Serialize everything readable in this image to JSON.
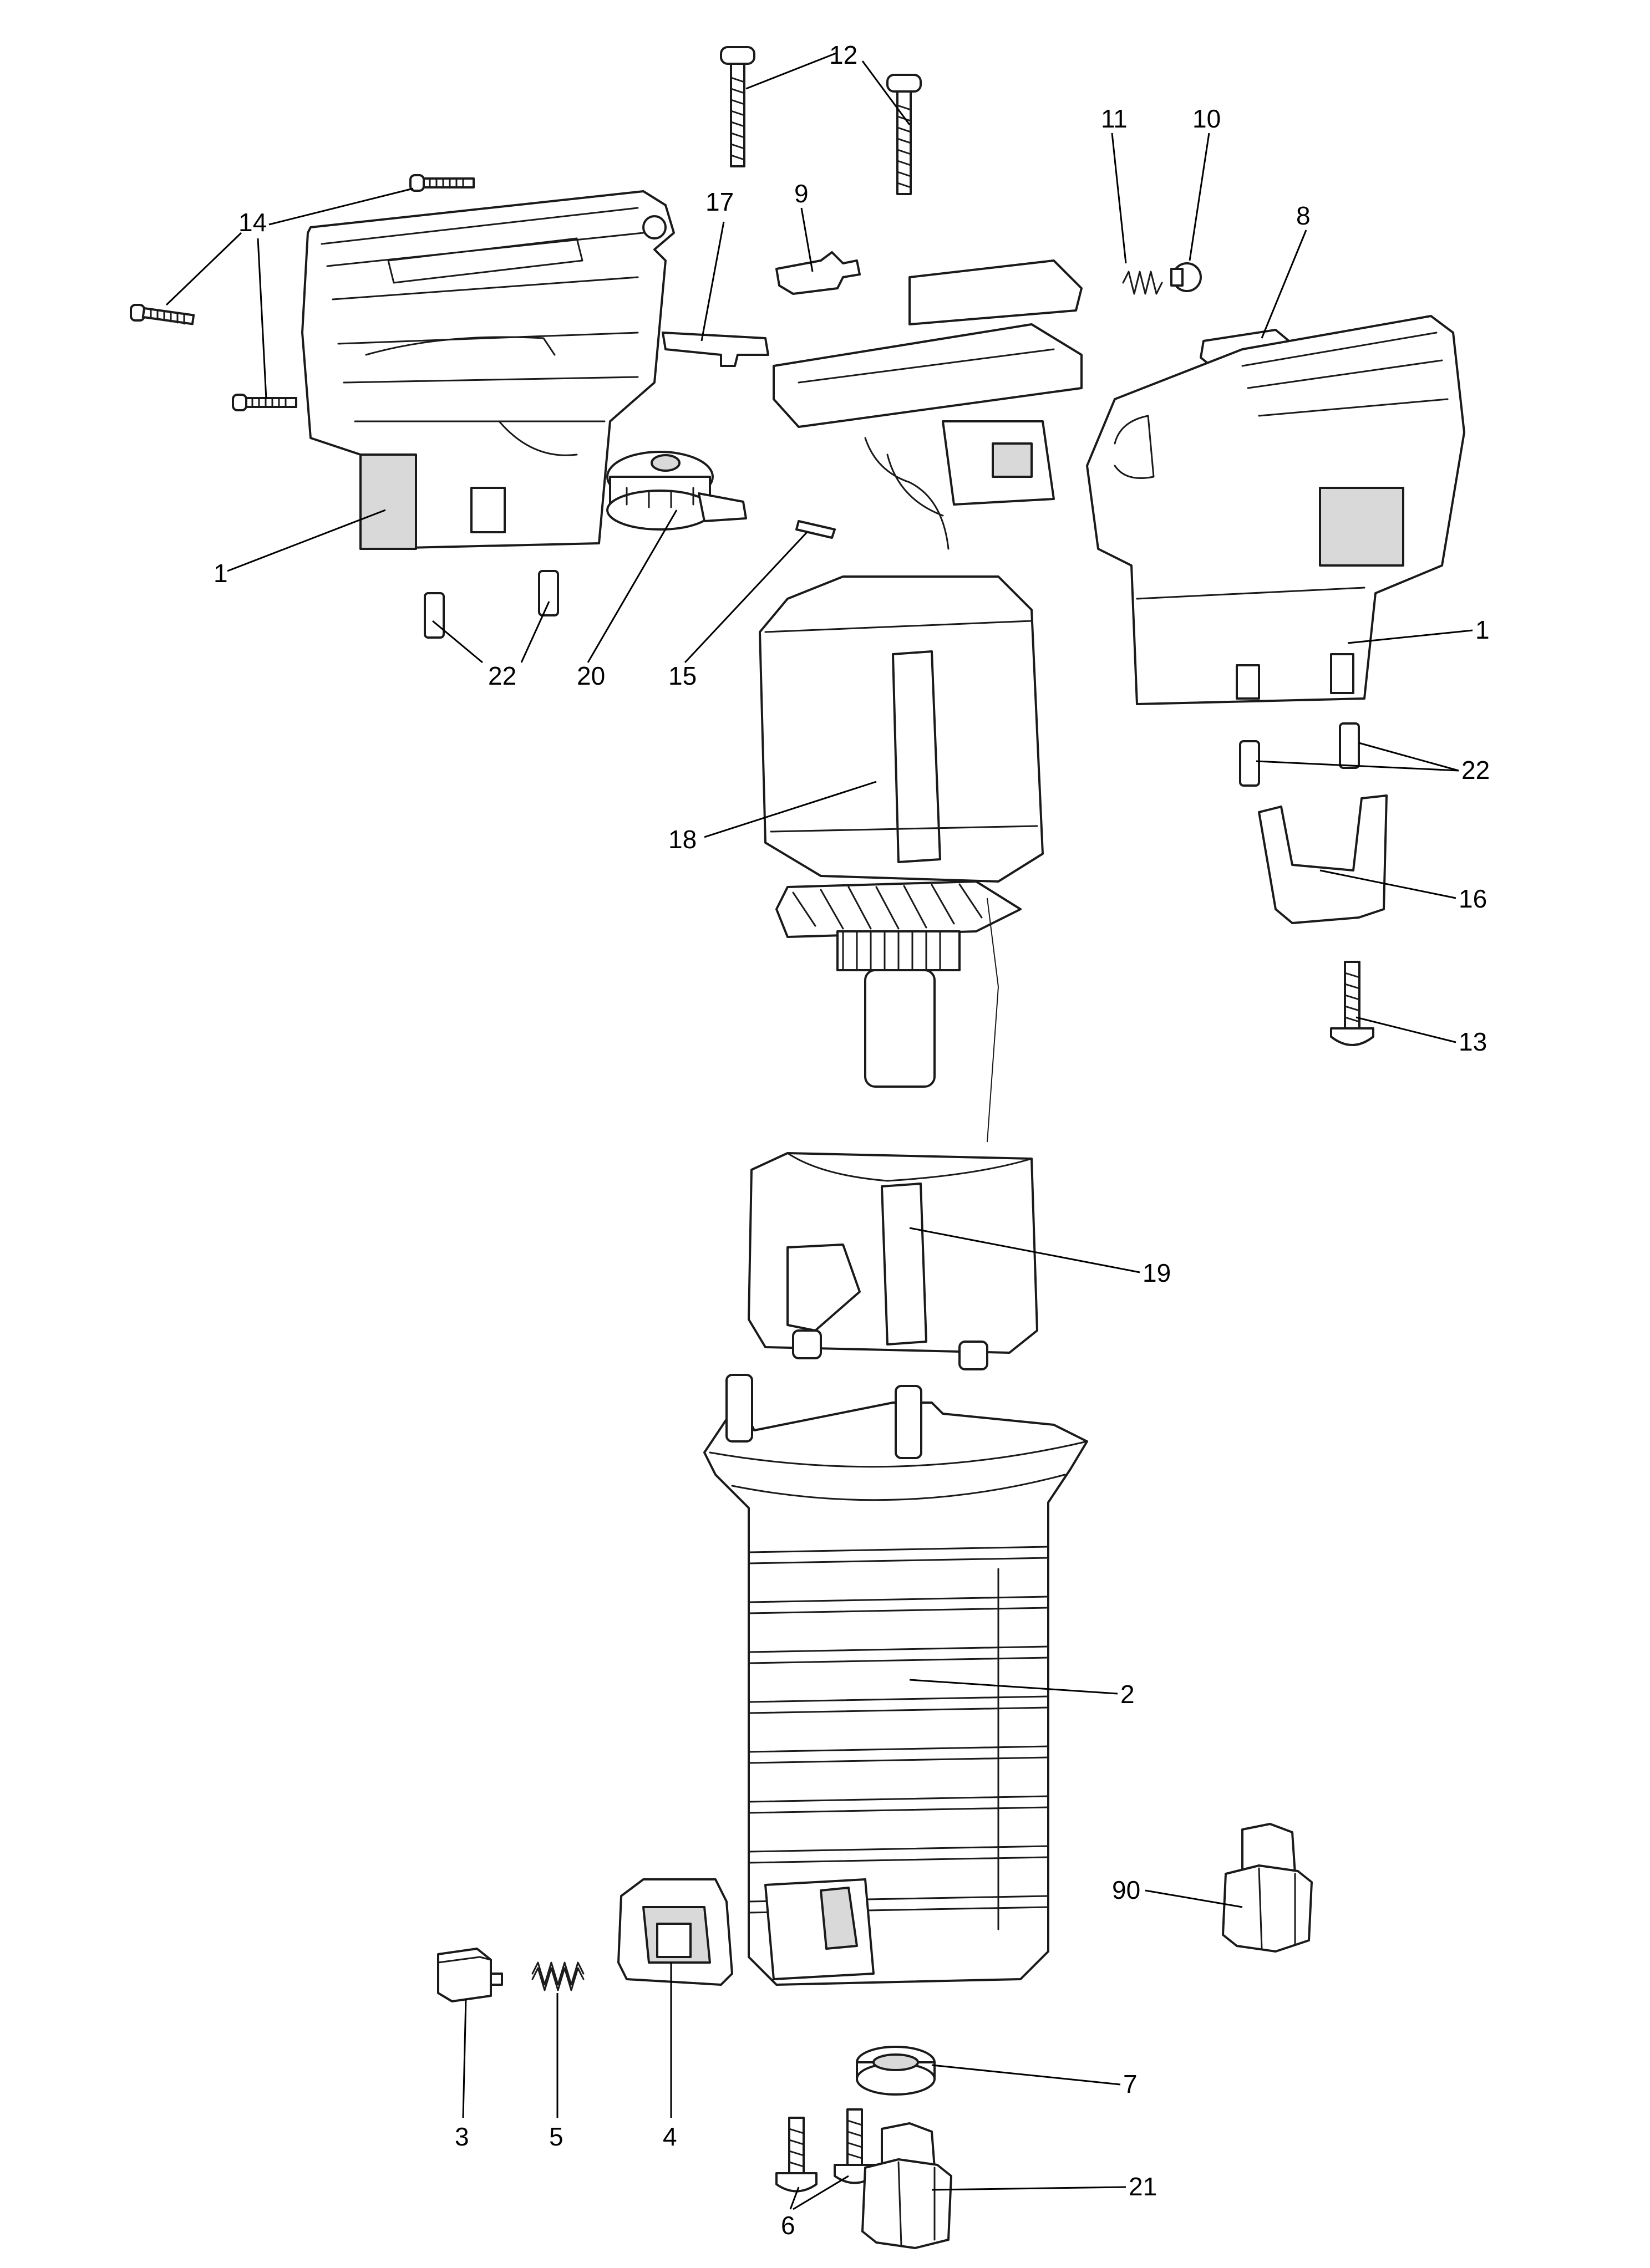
{
  "callouts": [
    {
      "id": "c12",
      "text": "12"
    },
    {
      "id": "c11",
      "text": "11"
    },
    {
      "id": "c10",
      "text": "10"
    },
    {
      "id": "c14",
      "text": "14"
    },
    {
      "id": "c17",
      "text": "17"
    },
    {
      "id": "c9",
      "text": "9"
    },
    {
      "id": "c8",
      "text": "8"
    },
    {
      "id": "c1a",
      "text": "1"
    },
    {
      "id": "c1b",
      "text": "1"
    },
    {
      "id": "c22a",
      "text": "22"
    },
    {
      "id": "c20",
      "text": "20"
    },
    {
      "id": "c15",
      "text": "15"
    },
    {
      "id": "c22b",
      "text": "22"
    },
    {
      "id": "c18",
      "text": "18"
    },
    {
      "id": "c16",
      "text": "16"
    },
    {
      "id": "c13",
      "text": "13"
    },
    {
      "id": "c19",
      "text": "19"
    },
    {
      "id": "c2",
      "text": "2"
    },
    {
      "id": "c90",
      "text": "90"
    },
    {
      "id": "c7",
      "text": "7"
    },
    {
      "id": "c3",
      "text": "3"
    },
    {
      "id": "c5",
      "text": "5"
    },
    {
      "id": "c4",
      "text": "4"
    },
    {
      "id": "c6",
      "text": "6"
    },
    {
      "id": "c21",
      "text": "21"
    }
  ]
}
